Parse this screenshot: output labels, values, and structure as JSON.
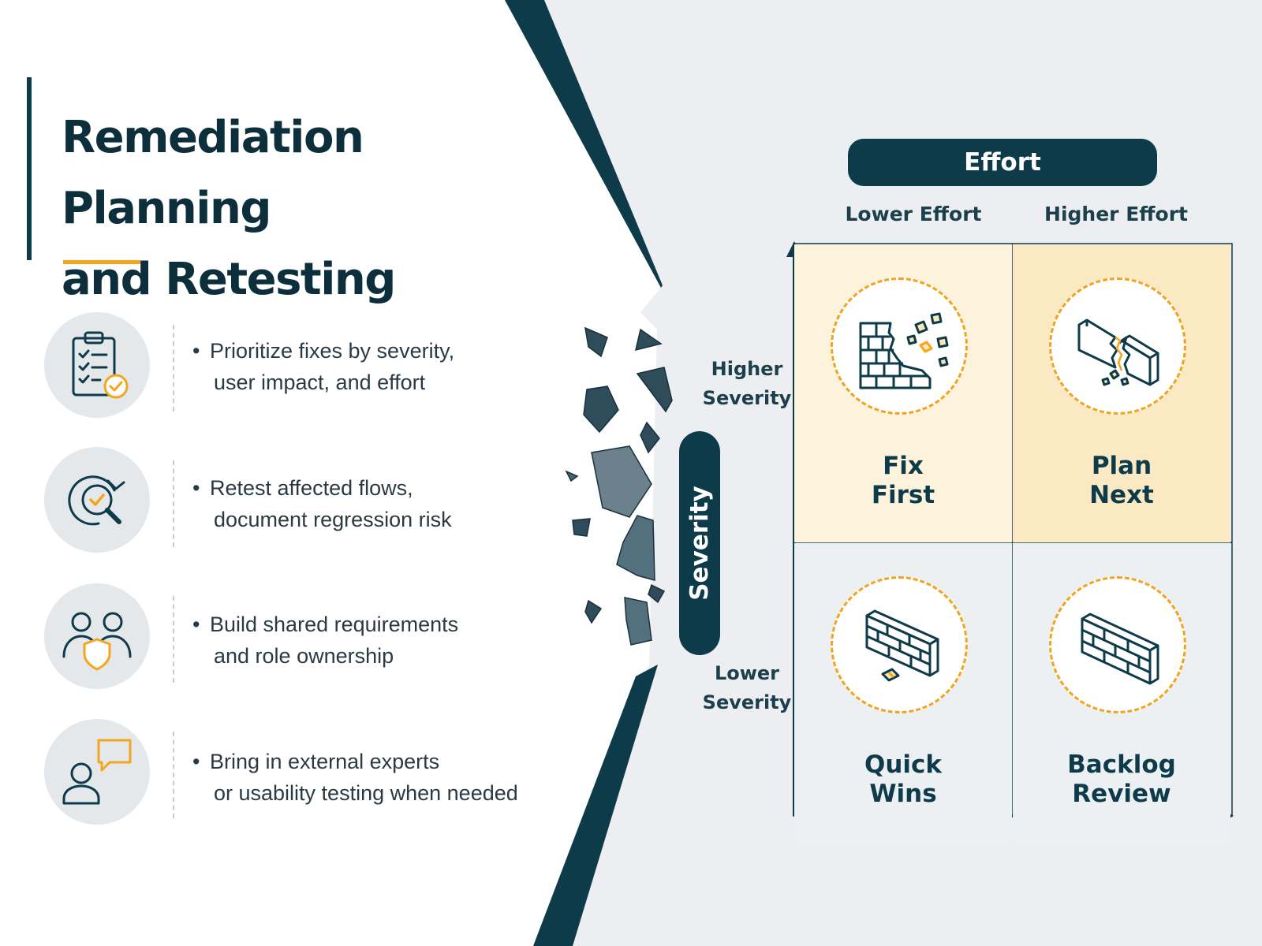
{
  "title": {
    "line1": "Remediation Planning",
    "line2": "and Retesting"
  },
  "bullets": [
    {
      "lines": [
        "Prioritize fixes by severity,",
        "user impact, and effort"
      ],
      "icon": "clipboard-checklist-icon"
    },
    {
      "lines": [
        "Retest affected flows,",
        "document regression risk"
      ],
      "icon": "magnifier-refresh-icon"
    },
    {
      "lines": [
        "Build shared requirements",
        "and role ownership"
      ],
      "icon": "team-shield-icon"
    },
    {
      "lines": [
        "Bring in external experts",
        "or usability testing when needed"
      ],
      "icon": "person-speech-bubble-icon"
    }
  ],
  "matrix": {
    "x_axis_title": "Effort",
    "x_columns": [
      "Lower Effort",
      "Higher Effort"
    ],
    "y_axis_title": "Severity",
    "y_rows": [
      {
        "line1": "Higher",
        "line2": "Severity"
      },
      {
        "line1": "Lower",
        "line2": "Severity"
      }
    ],
    "quadrants": [
      {
        "line1": "Fix",
        "line2": "First",
        "icon": "crumbling-wall-icon"
      },
      {
        "line1": "Plan",
        "line2": "Next",
        "icon": "cracked-wall-icon"
      },
      {
        "line1": "Quick",
        "line2": "Wins",
        "icon": "wall-with-loose-brick-icon"
      },
      {
        "line1": "Backlog",
        "line2": "Review",
        "icon": "solid-wall-icon"
      }
    ]
  },
  "colors": {
    "navy": "#0d3b4a",
    "accent": "#f3a51d",
    "background": "#eceef1",
    "quadrant_highlight": "#fbe9c3"
  }
}
